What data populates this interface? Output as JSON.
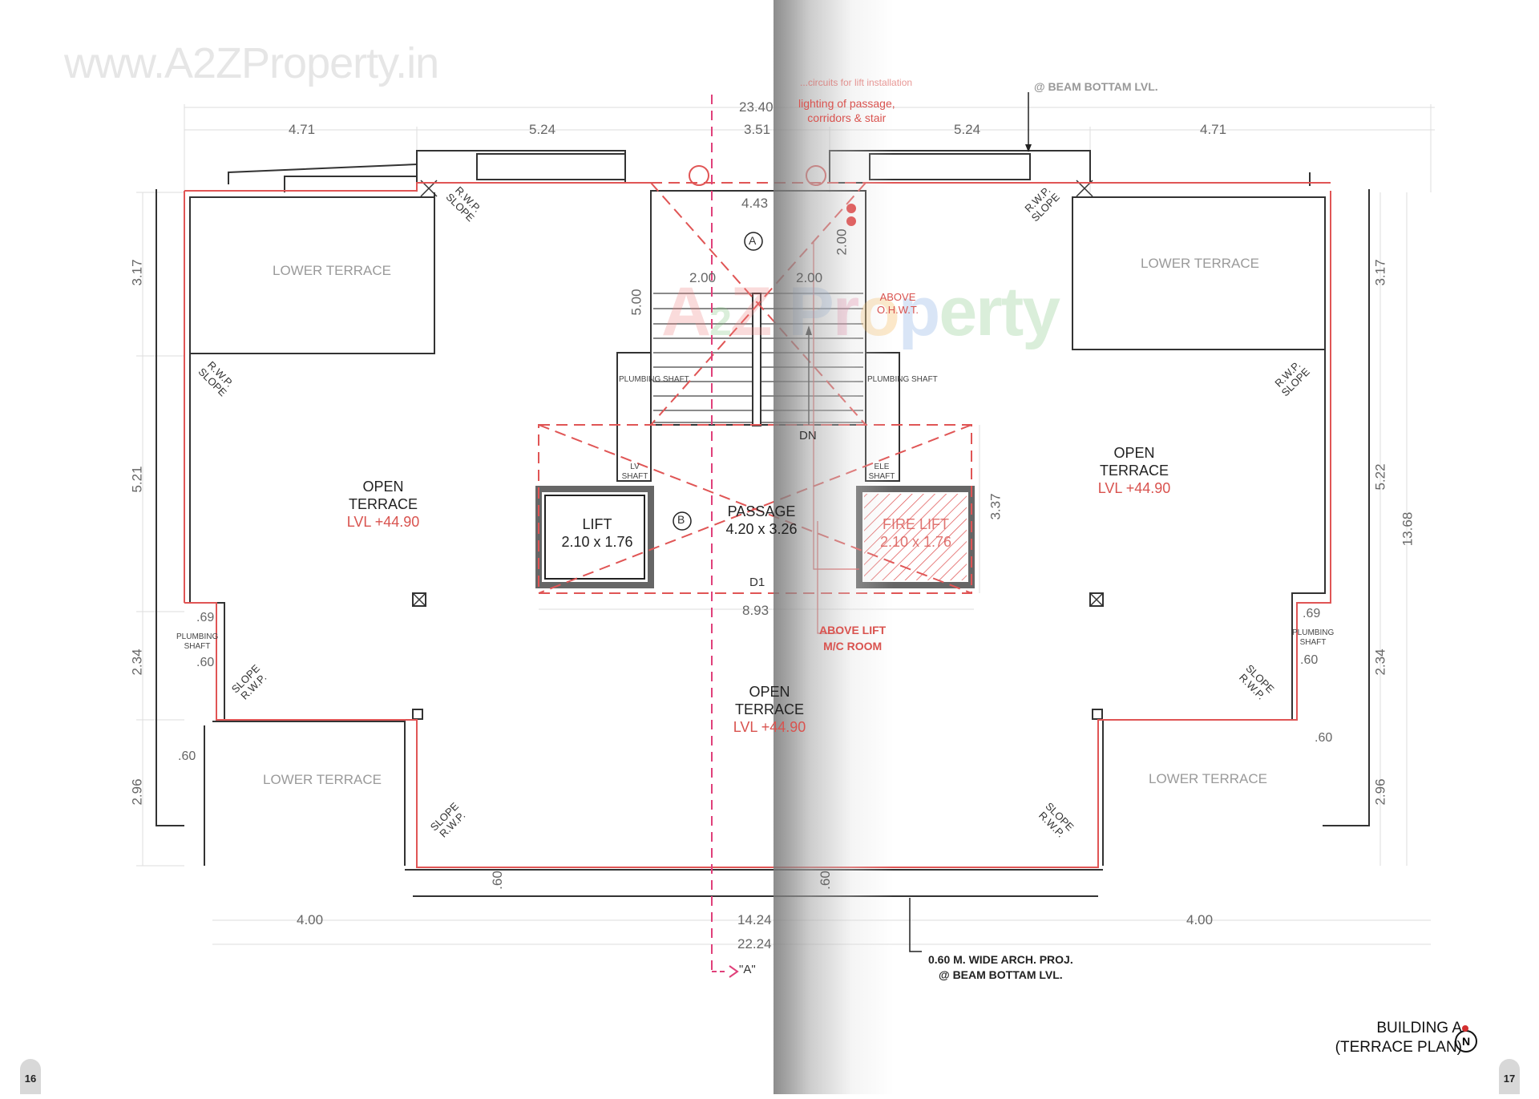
{
  "watermark": {
    "url_text": "www.A2ZProperty.in",
    "logo_text": "A2Z Property"
  },
  "pages": {
    "left_number": "16",
    "right_number": "17"
  },
  "title": {
    "line1": "BUILDING A",
    "line2": "(TERRACE PLAN)",
    "north_label": "N"
  },
  "notes": {
    "top_red_note_cropped": "...circuits for lift installation",
    "top_red_note_line1": "lighting of passage,",
    "top_red_note_line2": "corridors & stair",
    "top_beam_note_cropped": "@ BEAM BOTTAM LVL.",
    "bottom_arch_note_line1": "0.60 M. WIDE ARCH. PROJ.",
    "bottom_arch_note_line2": "@ BEAM BOTTAM LVL.",
    "above_lift_line1": "ABOVE LIFT",
    "above_lift_line2": "M/C ROOM",
    "above_ohwt_line1": "ABOVE",
    "above_ohwt_line2": "O.H.W.T.",
    "section_marker": "\"A\""
  },
  "rooms": {
    "lower_terrace": "LOWER TERRACE",
    "open_terrace_line1": "OPEN",
    "open_terrace_line2": "TERRACE",
    "level": "LVL +44.90",
    "lift_label": "LIFT",
    "lift_size": "2.10 x 1.76",
    "fire_lift_label": "FIRE LIFT",
    "fire_lift_size": "2.10 x 1.76",
    "passage_label": "PASSAGE",
    "passage_size": "4.20 x 3.26",
    "stair_marker": "A",
    "passage_marker": "B",
    "dn": "DN",
    "door": "D1",
    "plumbing_shaft": "PLUMBING SHAFT",
    "lv_shaft": "LV SHAFT",
    "ele_shaft": "ELE SHAFT",
    "rwp_slope_1": "R.W.P.",
    "rwp_slope_2": "SLOPE"
  },
  "dimensions": {
    "top_overall": "23.40",
    "top_left_wing": "4.71",
    "top_left_mid": "5.24",
    "top_center": "3.51",
    "top_right_mid": "5.24",
    "top_right_wing": "4.71",
    "stair_width": "4.43",
    "stair_half_left": "2.00",
    "stair_half_right": "2.00",
    "stair_vertical": "2.00",
    "stair_length": "5.00",
    "core_width": "8.93",
    "core_height": "3.37",
    "left_upper": "3.17",
    "left_mid": "5.21",
    "left_shaft": "2.34",
    "left_lower": "2.96",
    "right_upper": "3.17",
    "right_mid": "5.22",
    "right_overall": "13.68",
    "right_shaft": "2.34",
    "right_lower": "2.96",
    "shaft_top": ".69",
    "shaft_bottom": ".60",
    "proj": ".60",
    "bottom_left": "4.00",
    "bottom_right": "4.00",
    "bottom_mid": "14.24",
    "bottom_overall": "22.24"
  },
  "colors": {
    "red_line": "#e05555",
    "dim_gray": "#666666",
    "wall": "#333333",
    "section_line": "#e0407a"
  }
}
